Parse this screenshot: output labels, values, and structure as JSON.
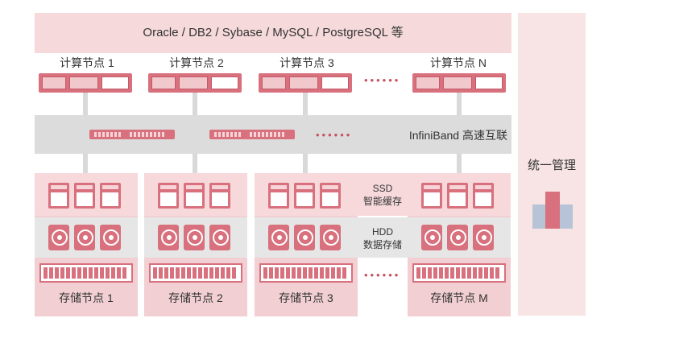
{
  "databases": "Oracle / DB2 / Sybase / MySQL / PostgreSQL 等",
  "compute_nodes": [
    {
      "label": "计算节点 1"
    },
    {
      "label": "计算节点 2"
    },
    {
      "label": "计算节点 3"
    },
    {
      "label": "计算节点 N"
    }
  ],
  "interconnect": "InfiniBand 高速互联",
  "ellipsis": "••••••",
  "storage_nodes": [
    {
      "label": "存储节点 1"
    },
    {
      "label": "存储节点 2"
    },
    {
      "label": "存储节点 3"
    },
    {
      "label": "存储节点 M"
    }
  ],
  "tiers": {
    "ssd": {
      "line1": "SSD",
      "line2": "智能缓存"
    },
    "hdd": {
      "line1": "HDD",
      "line2": "数据存储"
    }
  },
  "management": "统一管理",
  "colors": {
    "accent": "#d8707d",
    "light": "#f6d9da",
    "gray": "#dcdcdc"
  }
}
